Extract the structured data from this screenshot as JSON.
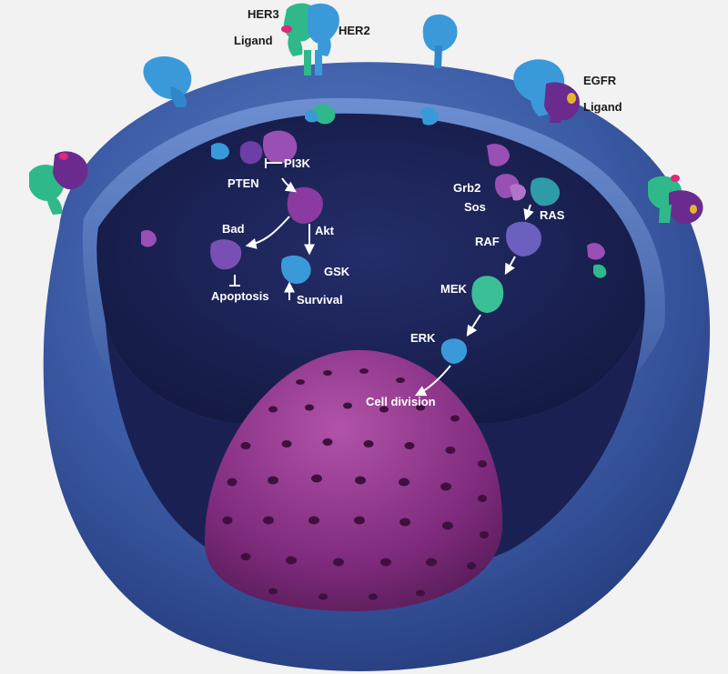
{
  "labels": {
    "her3": "HER3",
    "her2": "HER2",
    "ligand_left": "Ligand",
    "egfr": "EGFR",
    "ligand_right": "Ligand",
    "pten": "PTEN",
    "pi3k": "PI3K",
    "akt": "Akt",
    "bad": "Bad",
    "gsk": "GSK",
    "apoptosis": "Apoptosis",
    "survival": "Survival",
    "grb2": "Grb2",
    "sos": "Sos",
    "ras": "RAS",
    "raf": "RAF",
    "mek": "MEK",
    "erk": "ERK",
    "cell_division": "Cell division"
  },
  "colors": {
    "background": "#f2f2f2",
    "membrane": "#3d5fa8",
    "cytoplasm": "#1d2458",
    "nucleus": "#8a2f86",
    "receptor_blue": "#3a9ad9",
    "receptor_green": "#2fb98a",
    "receptor_purple": "#6b2a8e",
    "ligand_pink": "#e0287a",
    "ligand_yellow": "#e6b52a",
    "pathway_purple": "#9a4fb5",
    "pathway_teal": "#3bbf96"
  }
}
